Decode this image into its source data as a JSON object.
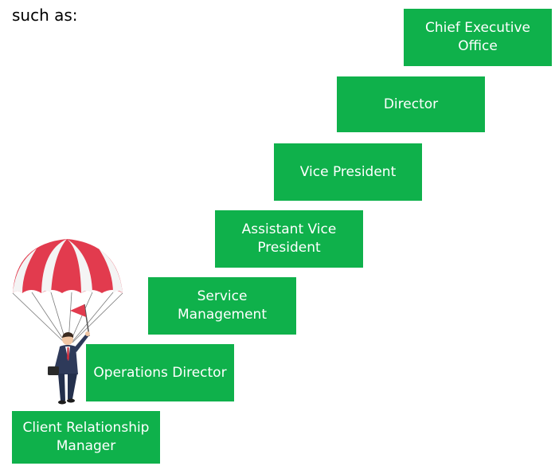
{
  "intro_text": "such as:",
  "steps": [
    {
      "label": "Client Relationship Manager"
    },
    {
      "label": "Operations Director"
    },
    {
      "label": "Service Management"
    },
    {
      "label": "Assistant Vice President"
    },
    {
      "label": "Vice President"
    },
    {
      "label": "Director"
    },
    {
      "label": "Chief Executive Office"
    }
  ],
  "colors": {
    "step_fill": "#0fb14b",
    "step_text": "#ffffff",
    "parachute_red": "#e23b4e",
    "parachute_white": "#f4f4f4",
    "suit": "#2e3a5a",
    "flag": "#e23b4e"
  },
  "illustration": {
    "icon": "parachuting-businessman-icon"
  }
}
